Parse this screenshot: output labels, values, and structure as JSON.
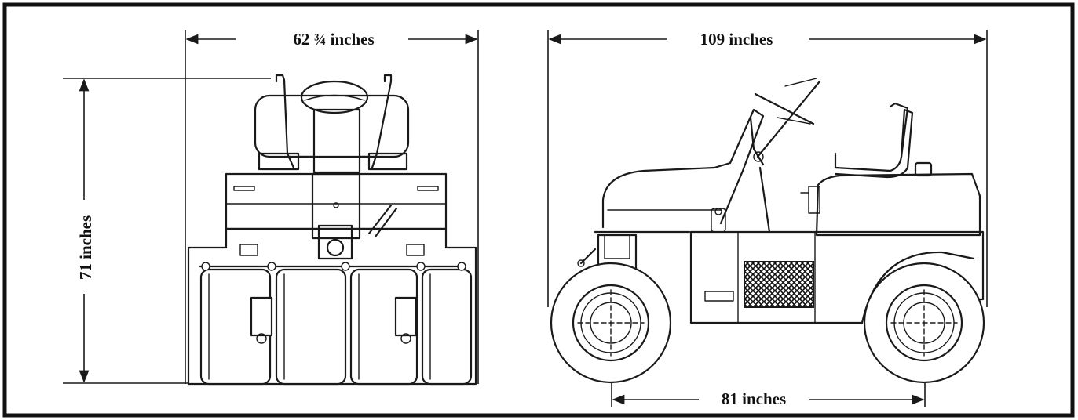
{
  "dimensions": {
    "front_width": "62 ¾ inches",
    "height": "71 inches",
    "side_length": "109 inches",
    "wheelbase": "81 inches"
  },
  "colors": {
    "ink": "#1a1a1a",
    "paper": "#ffffff"
  }
}
